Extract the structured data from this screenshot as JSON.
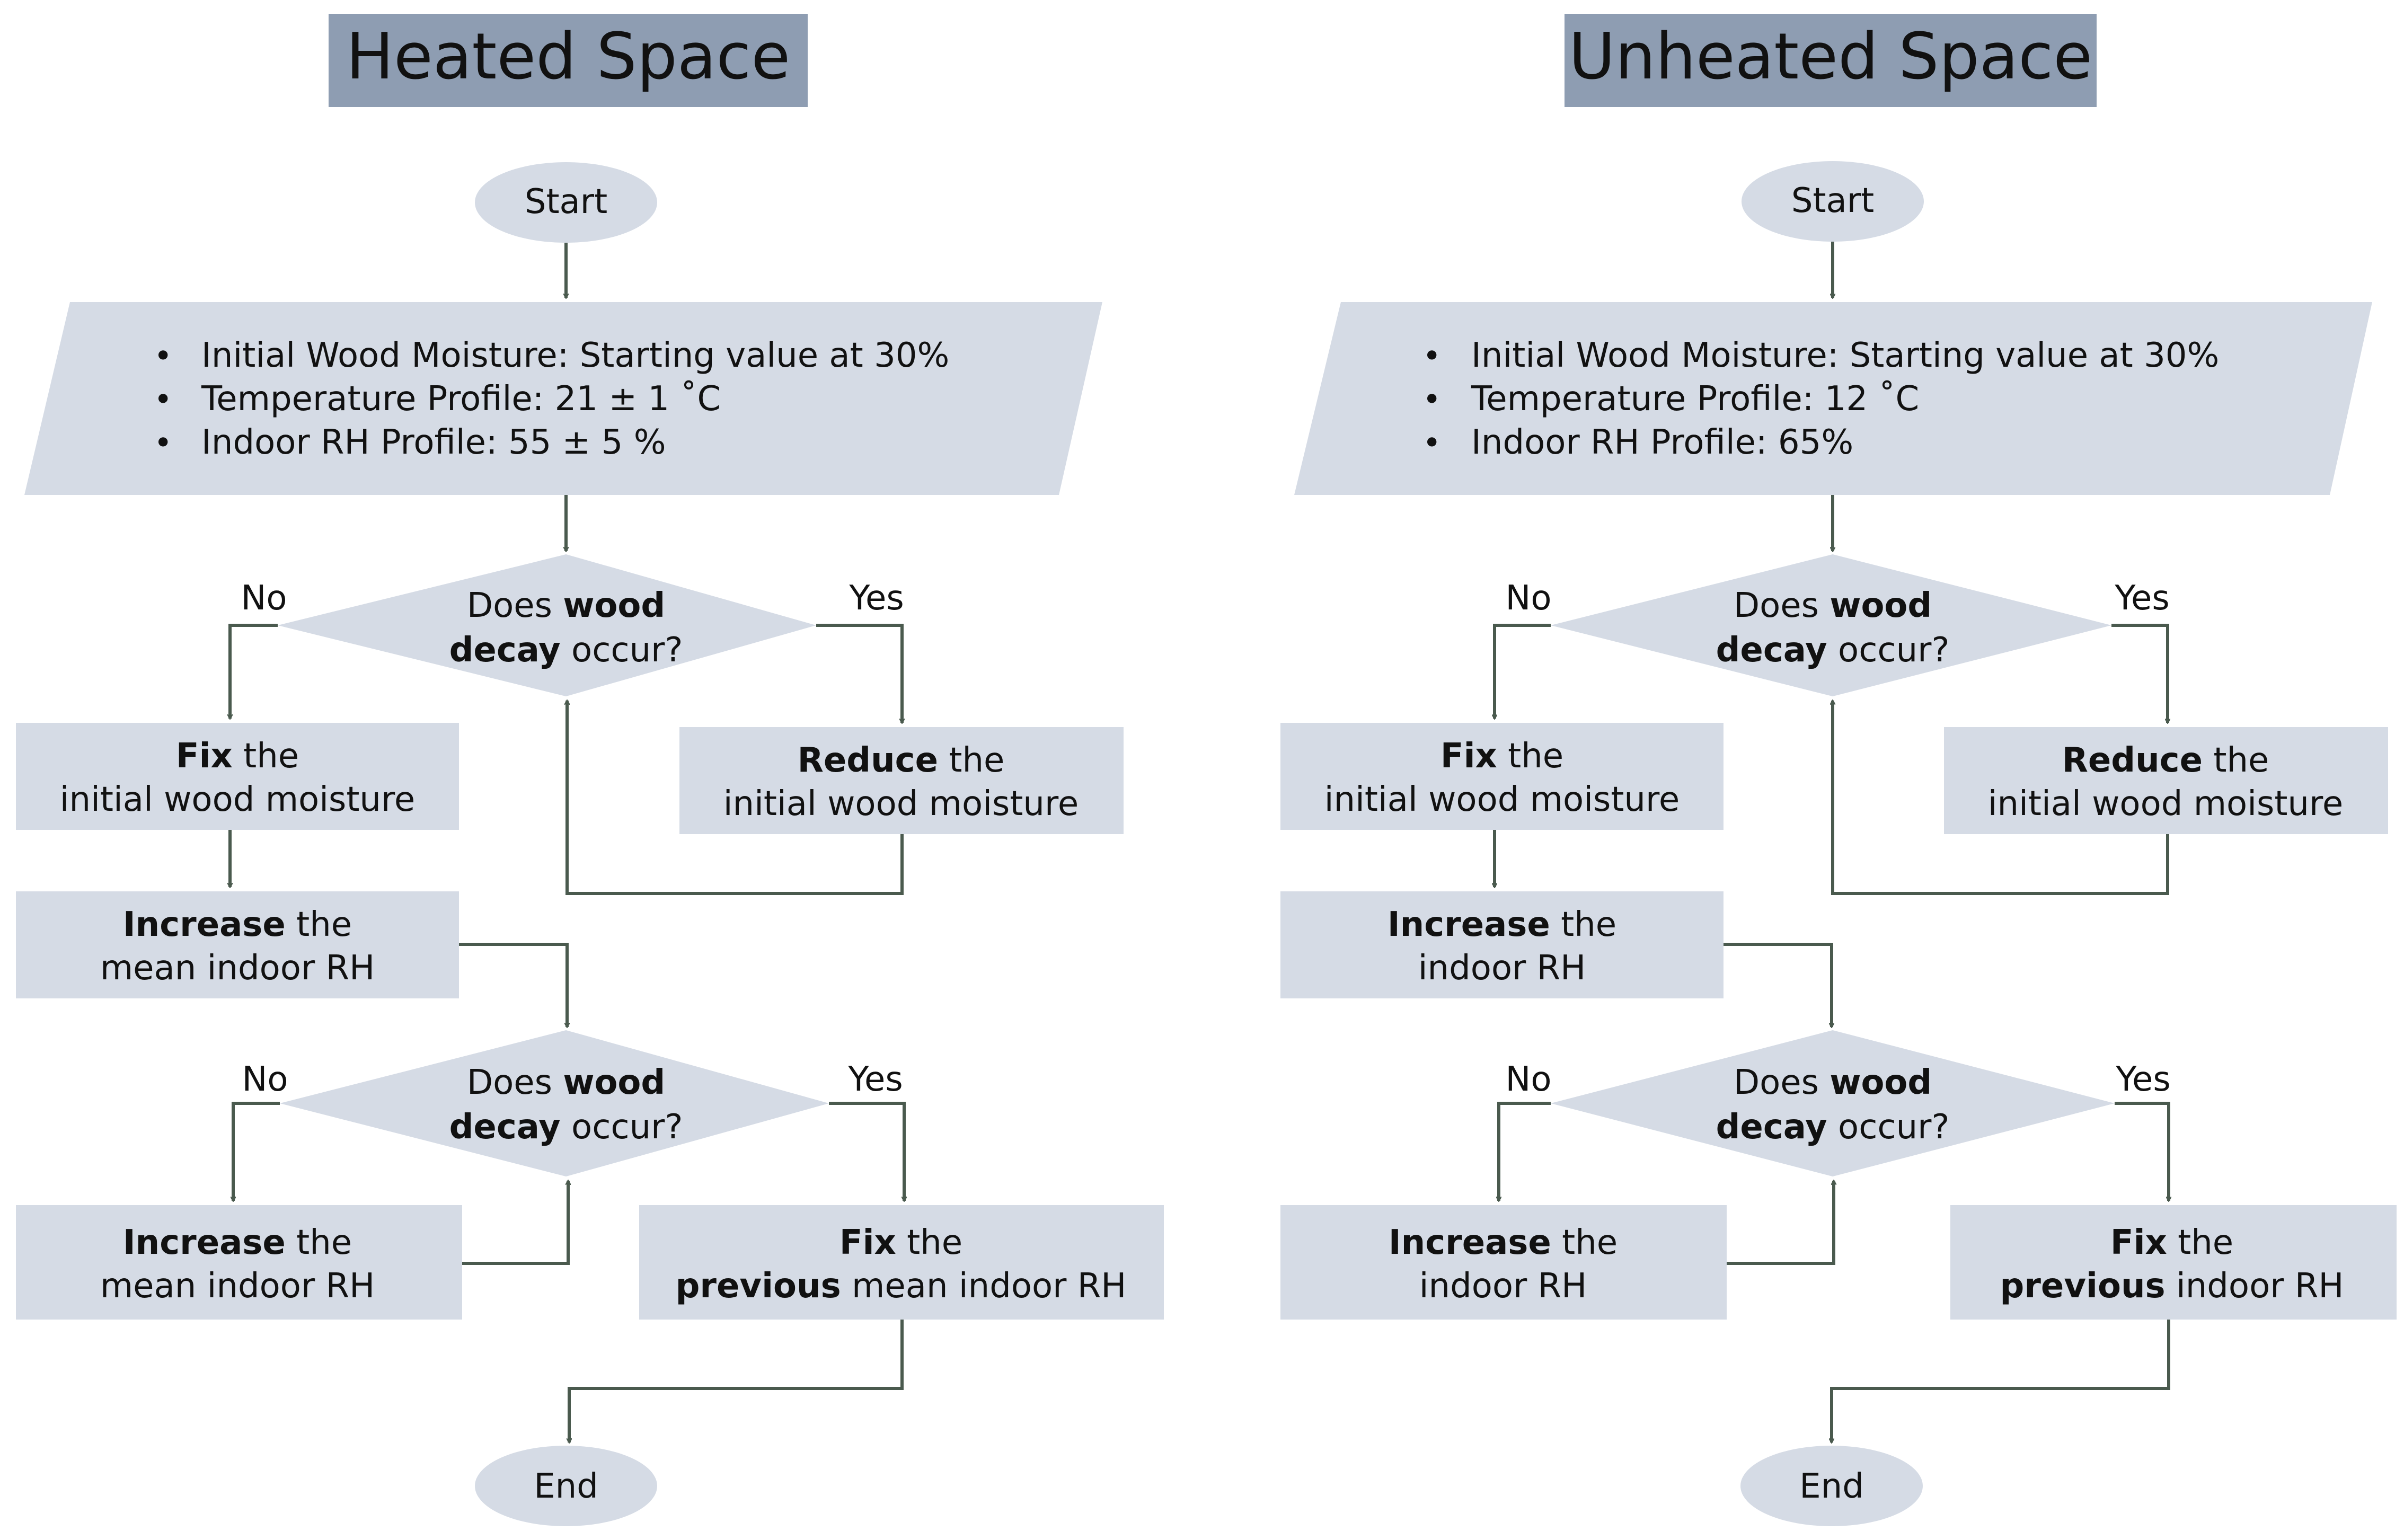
{
  "colors": {
    "title_bg": "#8e9db2",
    "node_fill": "#d5dbe5",
    "arrow": "#4a5a4e",
    "text": "#111111"
  },
  "panels": [
    {
      "id": "heated",
      "title": "Heated Space",
      "start": "Start",
      "end": "End",
      "inputs": [
        "Initial Wood Moisture: Starting value at 30%",
        "Temperature Profile: 21 ± 1 ˚C",
        "Indoor RH Profile: 55 ± 5 %"
      ],
      "decision1": {
        "l1_pre": "Does ",
        "l1_bold": "wood",
        "l2_bold": "decay",
        "l2_post": " occur?",
        "no": "No",
        "yes": "Yes"
      },
      "fix_moisture": {
        "bold": "Fix",
        "rest": " the",
        "line2": "initial wood moisture"
      },
      "reduce_moisture": {
        "bold": "Reduce",
        "rest": " the",
        "line2": "initial wood moisture"
      },
      "increase_rh": {
        "bold": "Increase",
        "rest": " the",
        "line2": "mean indoor RH"
      },
      "decision2": {
        "l1_pre": "Does ",
        "l1_bold": "wood",
        "l2_bold": "decay",
        "l2_post": " occur?",
        "no": "No",
        "yes": "Yes"
      },
      "increase_rh2": {
        "bold": "Increase",
        "rest": " the",
        "line2": "mean indoor RH"
      },
      "fix_previous": {
        "bold": "Fix",
        "rest": " the",
        "line2_bold": "previous",
        "line2_rest": " mean indoor RH"
      }
    },
    {
      "id": "unheated",
      "title": "Unheated Space",
      "start": "Start",
      "end": "End",
      "inputs": [
        "Initial Wood Moisture: Starting value at 30%",
        "Temperature Profile: 12 ˚C",
        "Indoor RH Profile: 65%"
      ],
      "decision1": {
        "l1_pre": "Does ",
        "l1_bold": "wood",
        "l2_bold": "decay",
        "l2_post": " occur?",
        "no": "No",
        "yes": "Yes"
      },
      "fix_moisture": {
        "bold": "Fix",
        "rest": " the",
        "line2": "initial wood moisture"
      },
      "reduce_moisture": {
        "bold": "Reduce",
        "rest": " the",
        "line2": "initial wood moisture"
      },
      "increase_rh": {
        "bold": "Increase",
        "rest": " the",
        "line2": "indoor RH"
      },
      "decision2": {
        "l1_pre": "Does ",
        "l1_bold": "wood",
        "l2_bold": "decay",
        "l2_post": " occur?",
        "no": "No",
        "yes": "Yes"
      },
      "increase_rh2": {
        "bold": "Increase",
        "rest": " the",
        "line2": "indoor RH"
      },
      "fix_previous": {
        "bold": "Fix",
        "rest": " the",
        "line2_bold": "previous",
        "line2_rest": " indoor RH"
      }
    }
  ]
}
